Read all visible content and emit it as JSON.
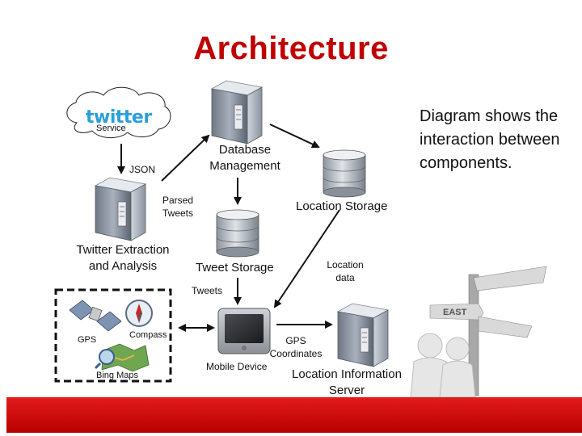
{
  "title": "Architecture",
  "caption": "Diagram shows the interaction between components.",
  "logo_text": "twitter",
  "labels": {
    "service": "Service",
    "database_management": "Database Management",
    "json": "JSON",
    "parsed_tweets": "Parsed Tweets",
    "location_storage": "Location Storage",
    "twitter_extraction": "Twitter Extraction and Analysis",
    "tweet_storage": "Tweet Storage",
    "location_data": "Location data",
    "tweets": "Tweets",
    "gps": "GPS",
    "compass": "Compass",
    "bing_maps": "Bing Maps",
    "gps_coordinates": "GPS Coordinates",
    "mobile_device": "Mobile Device",
    "location_information_server": "Location Information Server",
    "signpost": "EAST"
  },
  "colors": {
    "title": "#c00000",
    "band": "#d40000",
    "twitter": "#2a9fd8"
  }
}
